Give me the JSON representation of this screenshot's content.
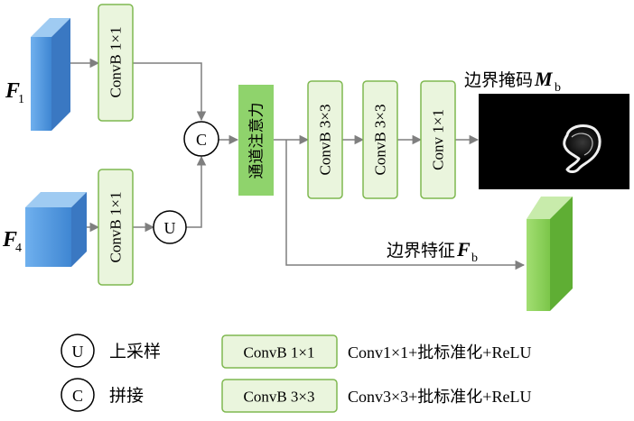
{
  "inputs": {
    "f1": {
      "symbol": "F",
      "sub": "1"
    },
    "f4": {
      "symbol": "F",
      "sub": "4"
    }
  },
  "blocks": {
    "convb1_top": "ConvB 1×1",
    "convb1_bottom": "ConvB 1×1",
    "concat": "C",
    "upsample": "U",
    "channel_attention": "通道注意力",
    "convb3_a": "ConvB 3×3",
    "convb3_b": "ConvB 3×3",
    "conv1": "Conv 1×1"
  },
  "outputs": {
    "mask_label": "边界掩码",
    "mask_symbol": "M",
    "mask_sub": "b",
    "feature_label": "边界特征",
    "feature_symbol": "F",
    "feature_sub": "b"
  },
  "legend": {
    "u_symbol": "U",
    "u_text": "上采样",
    "c_symbol": "C",
    "c_text": "拼接",
    "convb1_label": "ConvB 1×1",
    "convb1_desc": "Conv1×1+批标准化+ReLU",
    "convb3_label": "ConvB 3×3",
    "convb3_desc": "Conv3×3+批标准化+ReLU"
  },
  "colors": {
    "block_fill": "#eaf5dd",
    "block_stroke": "#7fb850",
    "attention_fill": "#8fd36c",
    "input_blue": "#4f96dc",
    "output_green": "#86d157",
    "arrow": "#7f7f7f"
  }
}
